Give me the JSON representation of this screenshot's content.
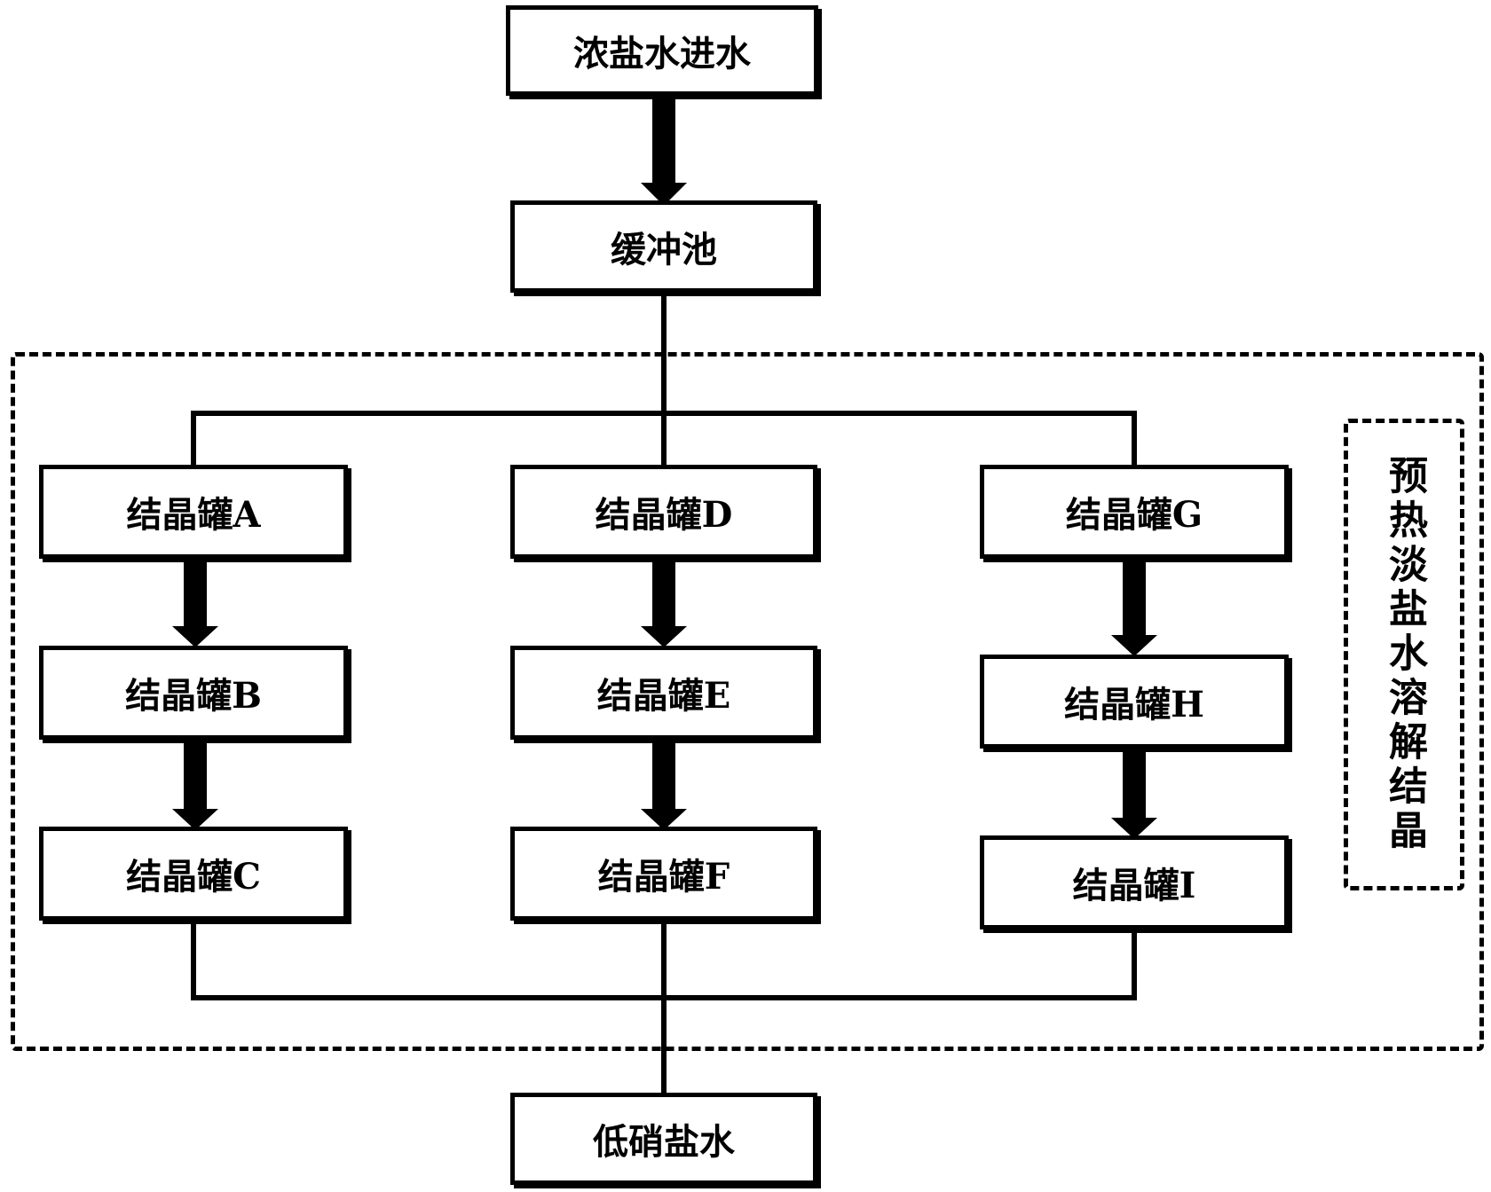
{
  "nodes": {
    "inlet": "浓盐水进水",
    "buffer": "缓冲池",
    "tank_a": "结晶罐A",
    "tank_b": "结晶罐B",
    "tank_c": "结晶罐C",
    "tank_d": "结晶罐D",
    "tank_e": "结晶罐E",
    "tank_f": "结晶罐F",
    "tank_g": "结晶罐G",
    "tank_h": "结晶罐H",
    "tank_i": "结晶罐I",
    "outlet": "低硝盐水"
  },
  "group_label": "预热淡盐水溶解结晶"
}
